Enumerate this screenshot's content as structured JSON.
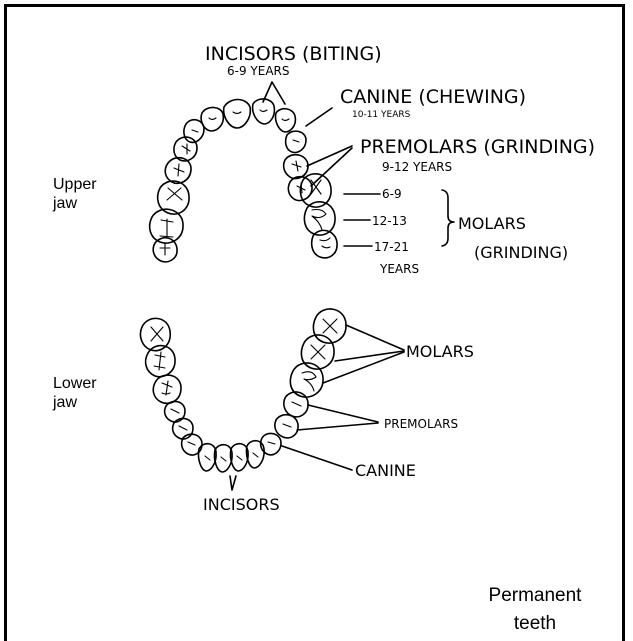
{
  "upper_jaw": {
    "side_label_line1": "Upper",
    "side_label_line2": "jaw",
    "incisors": "INCISORS (BITING)",
    "incisors_age": "6-9 YEARS",
    "canine": "CANINE (CHEWING)",
    "canine_age": "10-11 YEARS",
    "premolars": "PREMOLARS (GRINDING)",
    "premolars_age": "9-12 YEARS",
    "molar_age_1": "6-9",
    "molar_age_2": "12-13",
    "molar_age_3": "17-21",
    "molar_years": "YEARS",
    "molars": "MOLARS",
    "molars_function": "(GRINDING)"
  },
  "lower_jaw": {
    "side_label_line1": "Lower",
    "side_label_line2": "jaw",
    "molars": "MOLARS",
    "premolars": "PREMOLARS",
    "canine": "CANINE",
    "incisors": "INCISORS"
  },
  "caption": {
    "line1": "Permanent",
    "line2": "teeth"
  }
}
